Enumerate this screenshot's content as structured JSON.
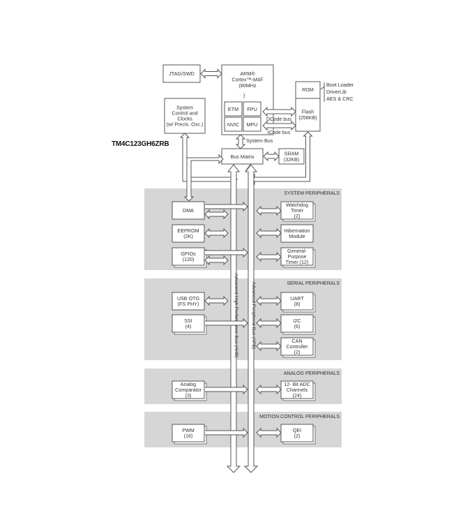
{
  "diagram": {
    "device_name": "TM4C123GH6ZRB",
    "core": {
      "title_lines": [
        "ARM®",
        "Cortex™-M4F",
        "(80MHz",
        ")"
      ],
      "subblocks": [
        "ETM",
        "FPU",
        "NVIC",
        "MPU"
      ]
    },
    "jtag": "JTAG/SWD",
    "system_control": [
      "System",
      "Control and",
      "Clocks",
      "(w/ Precis. Osc.)"
    ],
    "rom": "ROM",
    "rom_contents": [
      "Boot Loader",
      "DriverLib",
      "AES & CRC"
    ],
    "flash": [
      "Flash",
      "(256KB)"
    ],
    "dcode_bus": "DCode bus",
    "icode_bus": "ICode bus",
    "system_bus": "System Bus",
    "bus_matrix": "Bus Matrix",
    "sram": [
      "SRAM",
      "(32KB)"
    ],
    "ahb_label": "Advanced High-Performance Bus (AHB)",
    "apb_label": "Advanced Peripheral Bus (APB)",
    "sections": {
      "system": {
        "title": "SYSTEM PERIPHERALS",
        "left": [
          [
            "DMA"
          ],
          [
            "EEPROM",
            "(2K)"
          ],
          [
            "GPIOs",
            "(120)"
          ]
        ],
        "right": [
          [
            "Watchdog",
            "Timer",
            "(2)"
          ],
          [
            "Hibernation",
            "Module"
          ],
          [
            "General-",
            "Purpose",
            "Timer (12)"
          ]
        ]
      },
      "serial": {
        "title": "SERIAL PERIPHERALS",
        "left": [
          [
            "USB OTG",
            "(FS PHY)"
          ],
          [
            "SSI",
            "(4)"
          ]
        ],
        "right": [
          [
            "UART",
            "(8)"
          ],
          [
            "I2C",
            "(6)"
          ],
          [
            "CAN",
            "Controller",
            "(2)"
          ]
        ]
      },
      "analog": {
        "title": "ANALOG PERIPHERALS",
        "left": [
          [
            "Analog",
            "Comparator",
            "(3)"
          ]
        ],
        "right": [
          [
            "12- Bit ADC",
            "Channels",
            "(24)"
          ]
        ]
      },
      "motion": {
        "title": "MOTION CONTROL PERIPHERALS",
        "left": [
          [
            "PWM",
            "(16)"
          ]
        ],
        "right": [
          [
            "QEI",
            "(2)"
          ]
        ]
      }
    }
  }
}
